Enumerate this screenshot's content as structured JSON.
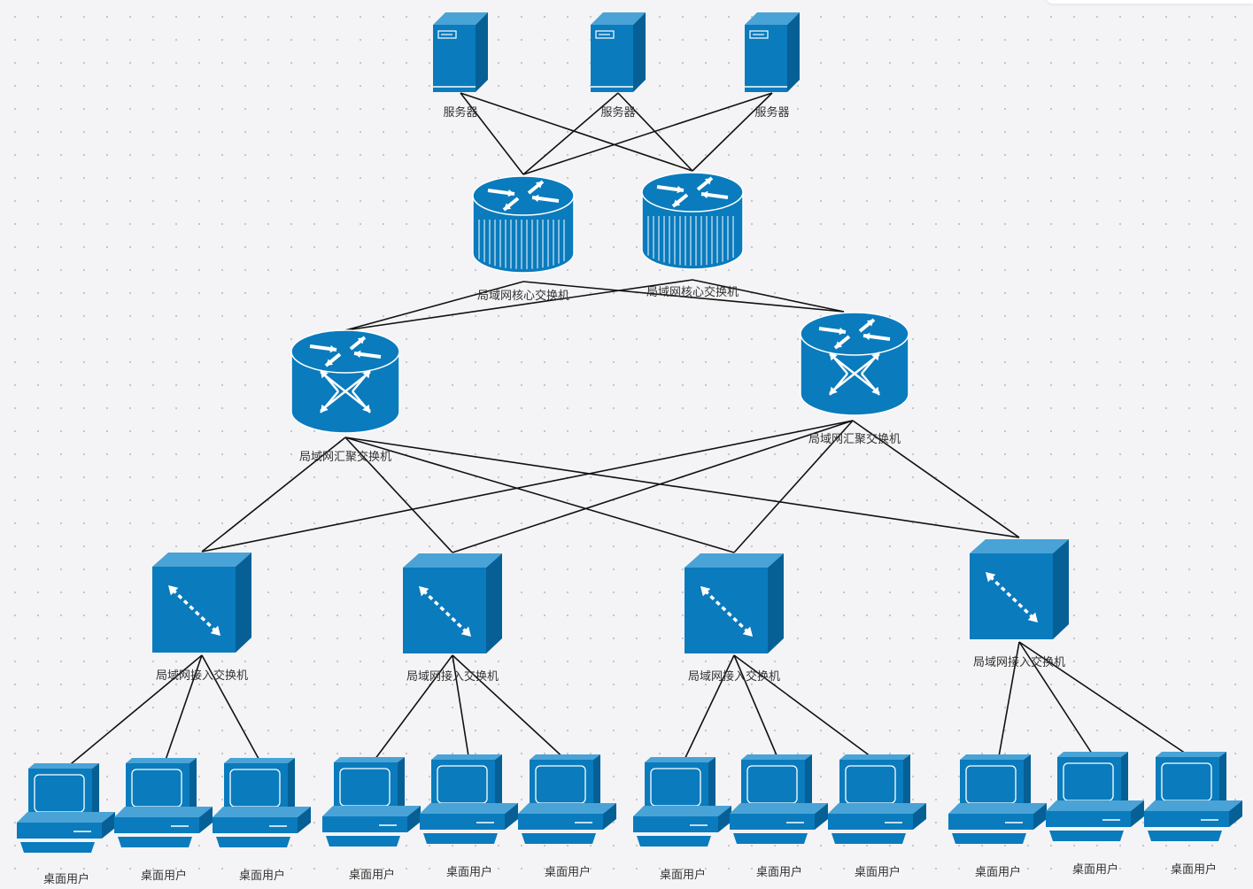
{
  "colors": {
    "device": "#0a7bbd",
    "device_dark": "#066096",
    "device_light": "#4aa3d6",
    "link": "#111111"
  },
  "labels": {
    "server": "服务器",
    "core_switch": "局域网核心交换机",
    "aggregation_switch": "局域网汇聚交换机",
    "access_switch": "局域网接入交换机",
    "desktop": "桌面用户"
  },
  "nodes": {
    "servers": [
      "server-1",
      "server-2",
      "server-3"
    ],
    "core_switches": [
      "core-1",
      "core-2"
    ],
    "aggregation_switches": [
      "agg-1",
      "agg-2"
    ],
    "access_switches": [
      "access-1",
      "access-2",
      "access-3",
      "access-4"
    ],
    "desktops": [
      "pc-1",
      "pc-2",
      "pc-3",
      "pc-4",
      "pc-5",
      "pc-6",
      "pc-7",
      "pc-8",
      "pc-9",
      "pc-10",
      "pc-11",
      "pc-12"
    ]
  },
  "links": [
    [
      "server-1",
      "core-1"
    ],
    [
      "server-1",
      "core-2"
    ],
    [
      "server-2",
      "core-1"
    ],
    [
      "server-2",
      "core-2"
    ],
    [
      "server-3",
      "core-1"
    ],
    [
      "server-3",
      "core-2"
    ],
    [
      "core-1",
      "agg-1"
    ],
    [
      "core-1",
      "agg-2"
    ],
    [
      "core-2",
      "agg-1"
    ],
    [
      "core-2",
      "agg-2"
    ],
    [
      "agg-1",
      "access-1"
    ],
    [
      "agg-1",
      "access-2"
    ],
    [
      "agg-1",
      "access-3"
    ],
    [
      "agg-1",
      "access-4"
    ],
    [
      "agg-2",
      "access-1"
    ],
    [
      "agg-2",
      "access-2"
    ],
    [
      "agg-2",
      "access-3"
    ],
    [
      "agg-2",
      "access-4"
    ],
    [
      "access-1",
      "pc-1"
    ],
    [
      "access-1",
      "pc-2"
    ],
    [
      "access-1",
      "pc-3"
    ],
    [
      "access-2",
      "pc-4"
    ],
    [
      "access-2",
      "pc-5"
    ],
    [
      "access-2",
      "pc-6"
    ],
    [
      "access-3",
      "pc-7"
    ],
    [
      "access-3",
      "pc-8"
    ],
    [
      "access-3",
      "pc-9"
    ],
    [
      "access-4",
      "pc-10"
    ],
    [
      "access-4",
      "pc-11"
    ],
    [
      "access-4",
      "pc-12"
    ]
  ]
}
